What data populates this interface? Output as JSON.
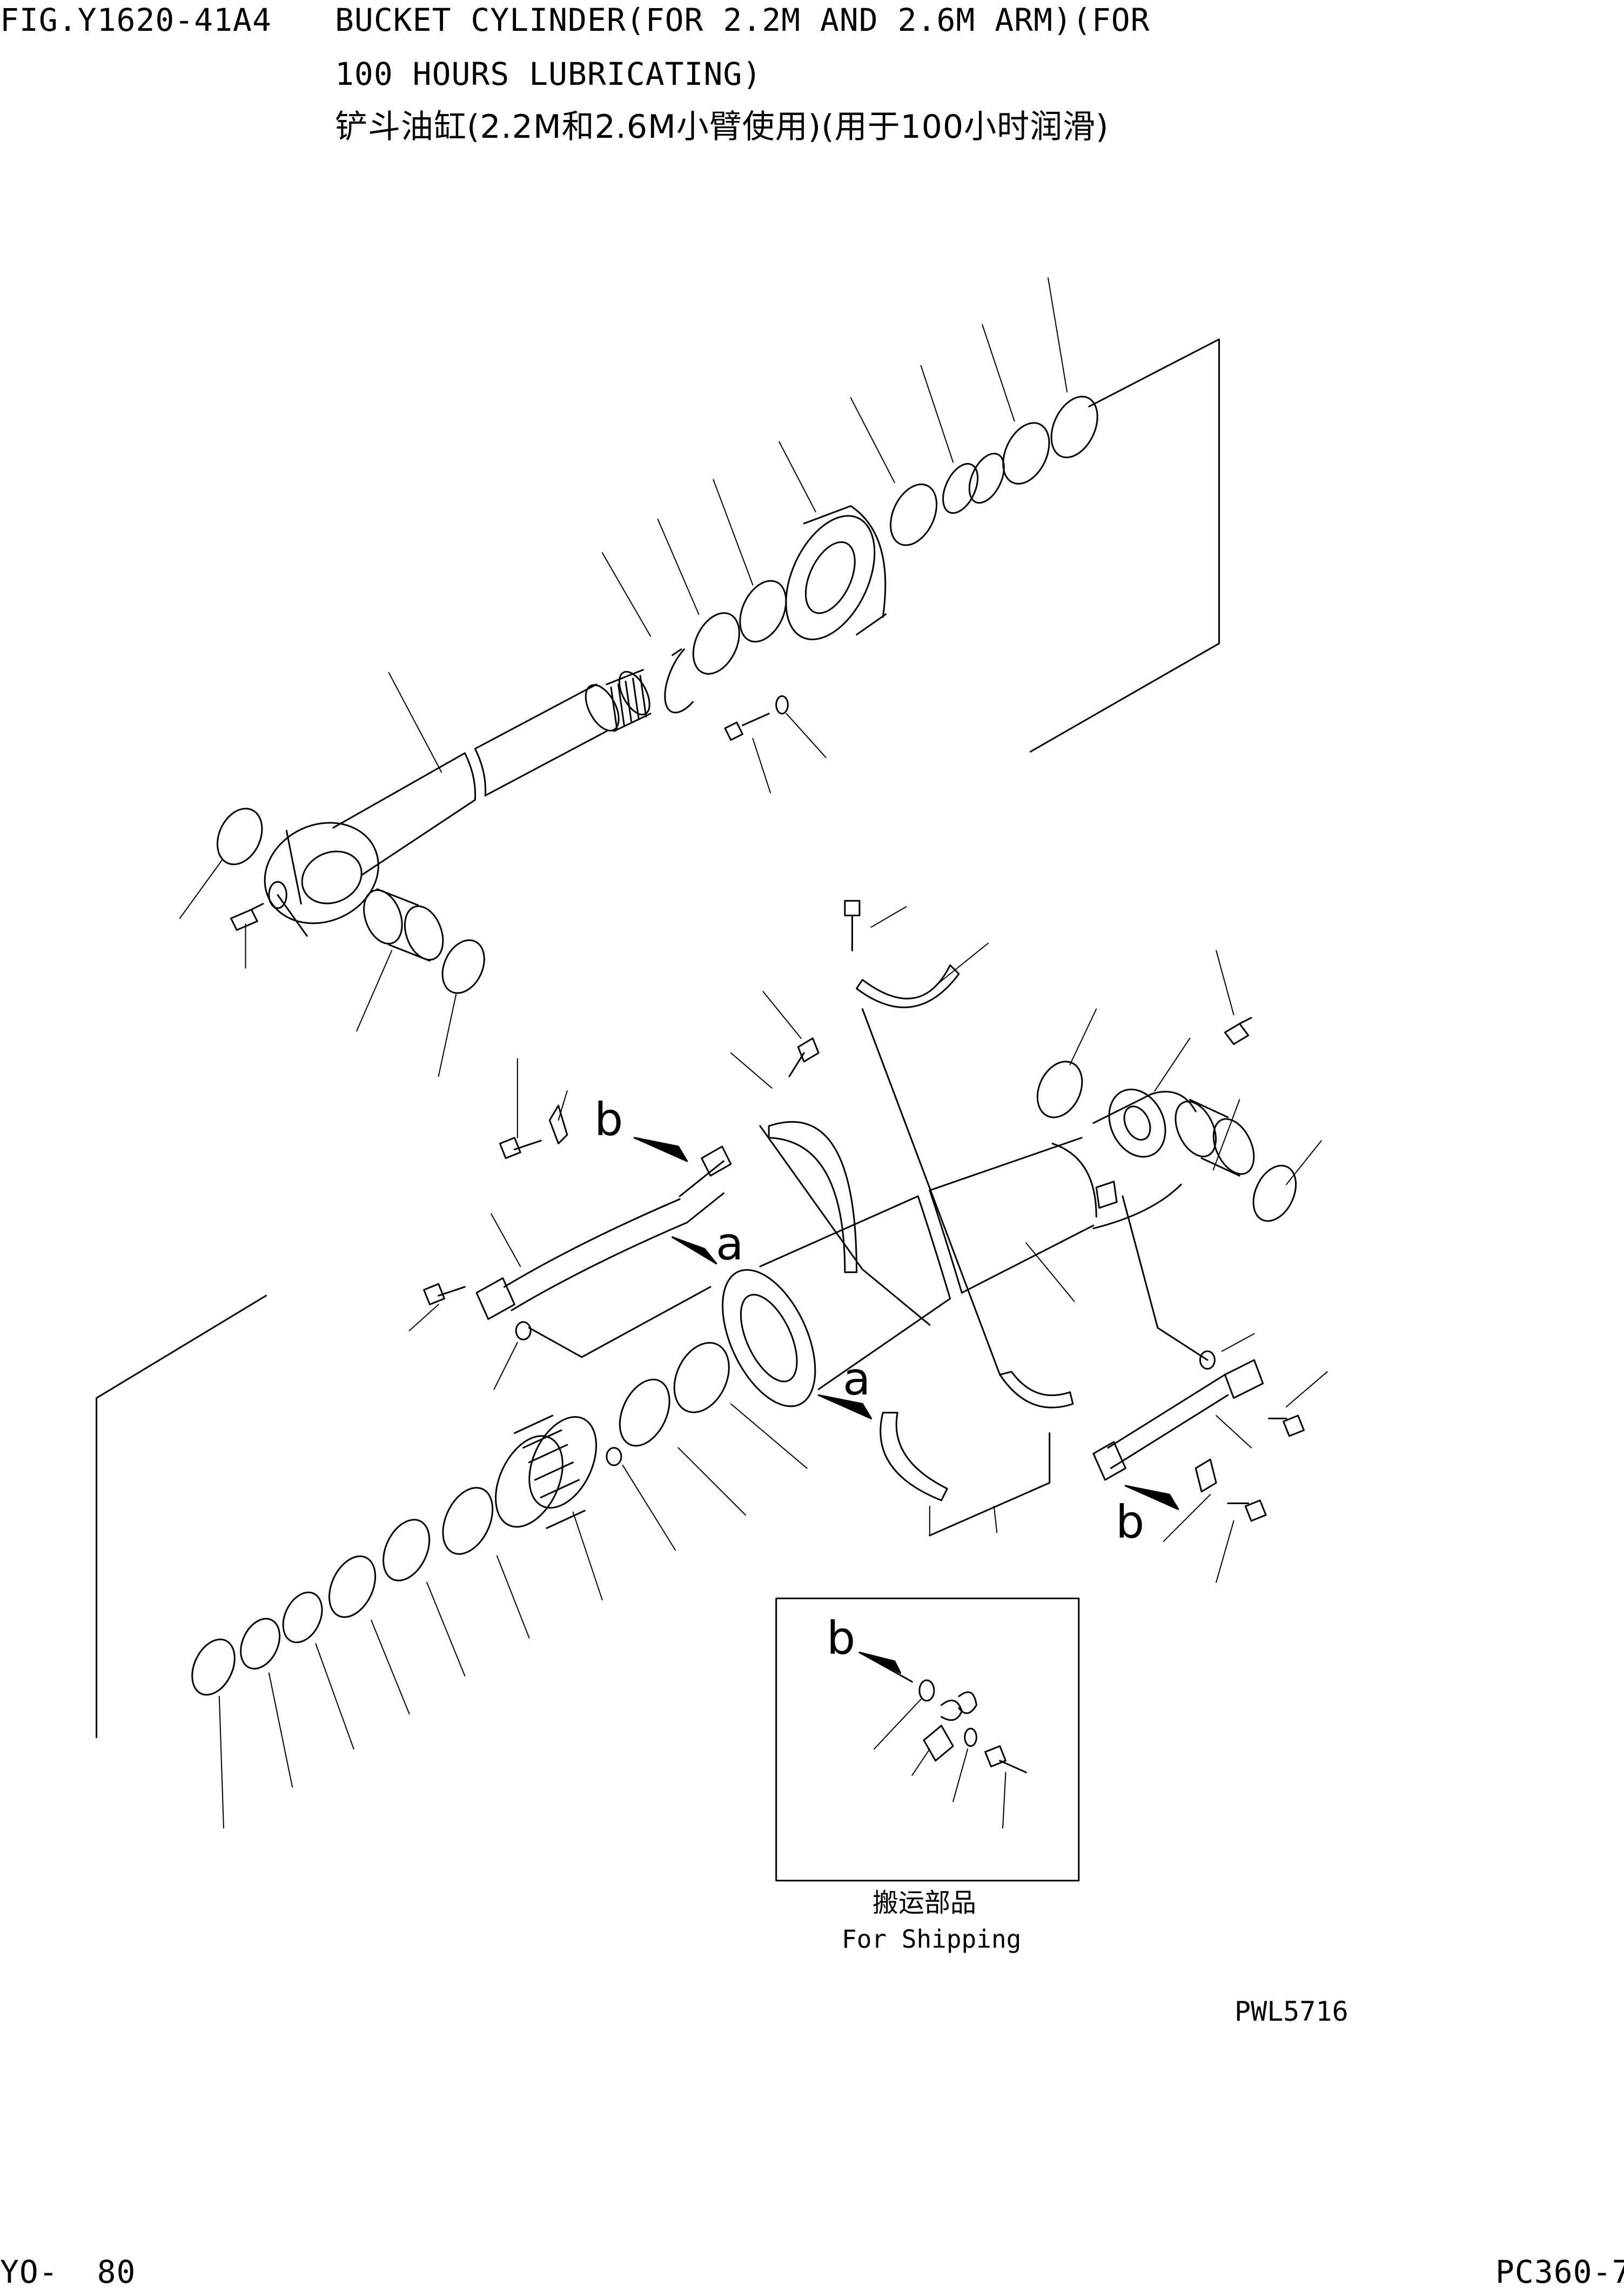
{
  "header": {
    "fig_no": "FIG.Y1620-41A4",
    "title_line1": "BUCKET CYLINDER(FOR 2.2M AND 2.6M ARM)(FOR",
    "title_line2": "100 HOURS LUBRICATING)",
    "title_cn": "铲斗油缸(2.2M和2.6M小臂使用)(用于100小时润滑)"
  },
  "callouts": {
    "a1": "a",
    "a2": "a",
    "b1": "b",
    "b2": "b",
    "b3": "b"
  },
  "inset": {
    "label_cn": "搬运部品",
    "label_en": "For Shipping"
  },
  "drawing_code": "PWL5716",
  "footer": {
    "page": "YO-  80",
    "model": "PC360-7"
  }
}
